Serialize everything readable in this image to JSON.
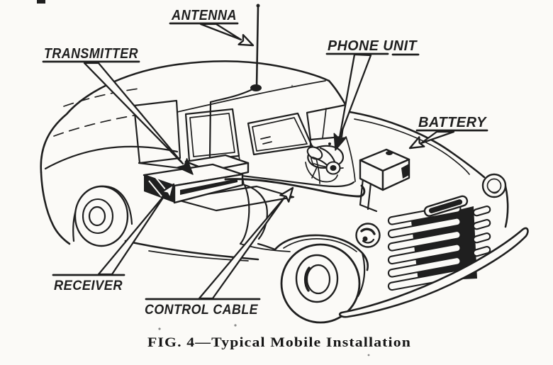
{
  "figure": {
    "caption": "FIG. 4—Typical Mobile Installation"
  },
  "labels": {
    "antenna": "ANTENNA",
    "transmitter": "TRANSMITTER",
    "phone_unit": "PHONE UNIT",
    "battery": "BATTERY",
    "receiver": "RECEIVER",
    "control_cable": "CONTROL CABLE"
  },
  "colors": {
    "ink": "#1f1f1f",
    "paper": "#fbfaf7"
  }
}
